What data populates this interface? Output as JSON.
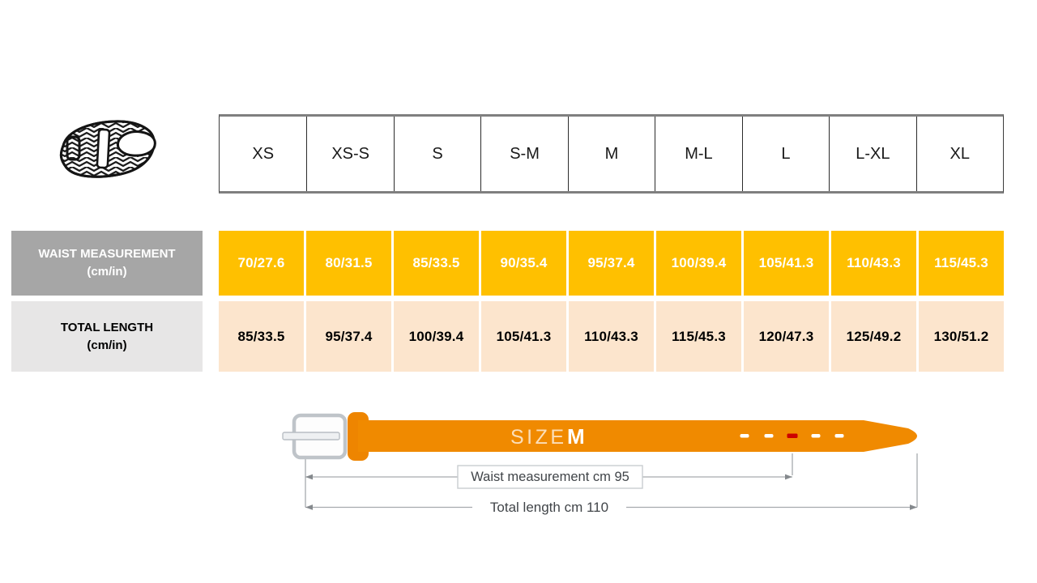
{
  "chart_data": {
    "type": "table",
    "columns": [
      "XS",
      "XS-S",
      "S",
      "S-M",
      "M",
      "M-L",
      "L",
      "L-XL",
      "XL"
    ],
    "rows": [
      {
        "label": "WAIST MEASUREMENT (cm/in)",
        "values": [
          "70/27.6",
          "80/31.5",
          "85/33.5",
          "90/35.4",
          "95/37.4",
          "100/39.4",
          "105/41.3",
          "110/43.3",
          "115/45.3"
        ]
      },
      {
        "label": "TOTAL LENGTH (cm/in)",
        "values": [
          "85/33.5",
          "95/37.4",
          "100/39.4",
          "105/41.3",
          "110/43.3",
          "115/45.3",
          "120/47.3",
          "125/49.2",
          "130/51.2"
        ]
      }
    ]
  },
  "size_header": {
    "sizes": [
      "XS",
      "XS-S",
      "S",
      "S-M",
      "M",
      "M-L",
      "L",
      "L-XL",
      "XL"
    ]
  },
  "measurements": {
    "waist": {
      "label": "WAIST MEASUREMENT",
      "unit": "(cm/in)",
      "values": [
        "70/27.6",
        "80/31.5",
        "85/33.5",
        "90/35.4",
        "95/37.4",
        "100/39.4",
        "105/41.3",
        "110/43.3",
        "115/45.3"
      ]
    },
    "total": {
      "label": "TOTAL LENGTH",
      "unit": "(cm/in)",
      "values": [
        "85/33.5",
        "95/37.4",
        "100/39.4",
        "105/41.3",
        "110/43.3",
        "115/45.3",
        "120/47.3",
        "125/49.2",
        "130/51.2"
      ]
    }
  },
  "diagram": {
    "size_word": "SIZE",
    "size_value": "M",
    "waist_note": "Waist measurement cm 95",
    "total_note": "Total length cm 110"
  },
  "colors": {
    "waist_cell_bg": "#FFC000",
    "length_cell_bg": "#FCE5CD",
    "waist_label_bg": "#A6A6A6",
    "length_label_bg": "#E7E6E6",
    "belt_orange": "#F08A00",
    "hole_red": "#CC0000",
    "dimension_line": "#A6AAAE"
  }
}
